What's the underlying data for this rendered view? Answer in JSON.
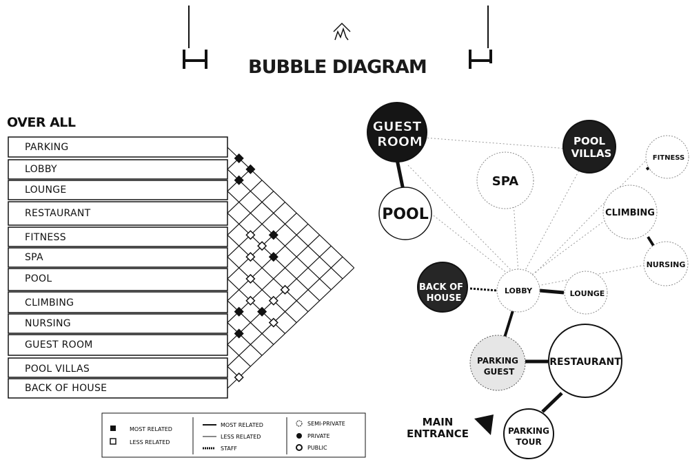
{
  "header": {
    "title": "BUBBLE DIAGRAM"
  },
  "matrix": {
    "title": "OVER ALL",
    "rows": [
      "PARKING",
      "LOBBY",
      "LOUNGE",
      "RESTAURANT",
      "FITNESS",
      "SPA",
      "POOL",
      "CLIMBING",
      "NURSING",
      "GUEST ROOM",
      "POOL VILLAS",
      "BACK OF HOUSE"
    ]
  },
  "bubbles": {
    "guest_room_a": "GUEST",
    "guest_room_b": "ROOM",
    "pool": "POOL",
    "spa": "SPA",
    "pool_villas_a": "POOL",
    "pool_villas_b": "VILLAS",
    "fitness": "FITNESS",
    "climbing": "CLIMBING",
    "nursing": "NURSING",
    "back_of_house_a": "BACK OF",
    "back_of_house_b": "HOUSE",
    "lobby": "LOBBY",
    "lounge": "LOUNGE",
    "parking_guest_a": "PARKING",
    "parking_guest_b": "GUEST",
    "restaurant": "RESTAURANT",
    "parking_tour_a": "PARKING",
    "parking_tour_b": "TOUR"
  },
  "entrance": {
    "line1": "MAIN",
    "line2": "ENTRANCE"
  },
  "legend": {
    "most_related": "MOST RELATED",
    "less_related": "LESS RELATED",
    "line_most_related": "MOST RELATED",
    "line_less_related": "LESS RELATED",
    "line_staff": "STAFF",
    "semi_private": "SEMI-PRIVATE",
    "private": "PRIVATE",
    "public": "PUBLIC"
  }
}
